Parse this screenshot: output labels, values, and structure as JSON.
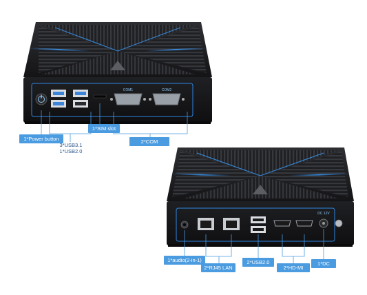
{
  "unit1": {
    "port_labels": {
      "com1": "COM1",
      "com2": "COM2"
    },
    "callouts": {
      "power": "1*Power button",
      "usb_line1": "3*USB3.1",
      "usb_line2": "1*USB2.0",
      "sim": "1*SIM slot",
      "com": "2*COM"
    }
  },
  "unit2": {
    "port_labels": {
      "dc": "DC 12V"
    },
    "callouts": {
      "audio": "1*audio(2-in-1)",
      "lan": "2*RJ45 LAN",
      "usb2": "2*USB2.0",
      "hdmi": "2*HD-MI",
      "dc": "1*DC"
    }
  },
  "colors": {
    "callout_fill": "#4a9be0",
    "callout_line": "#4a9be0",
    "chassis": "#1b1b1d",
    "accent_glow": "#2d86e0",
    "usb3_blue": "#3b84d8"
  }
}
